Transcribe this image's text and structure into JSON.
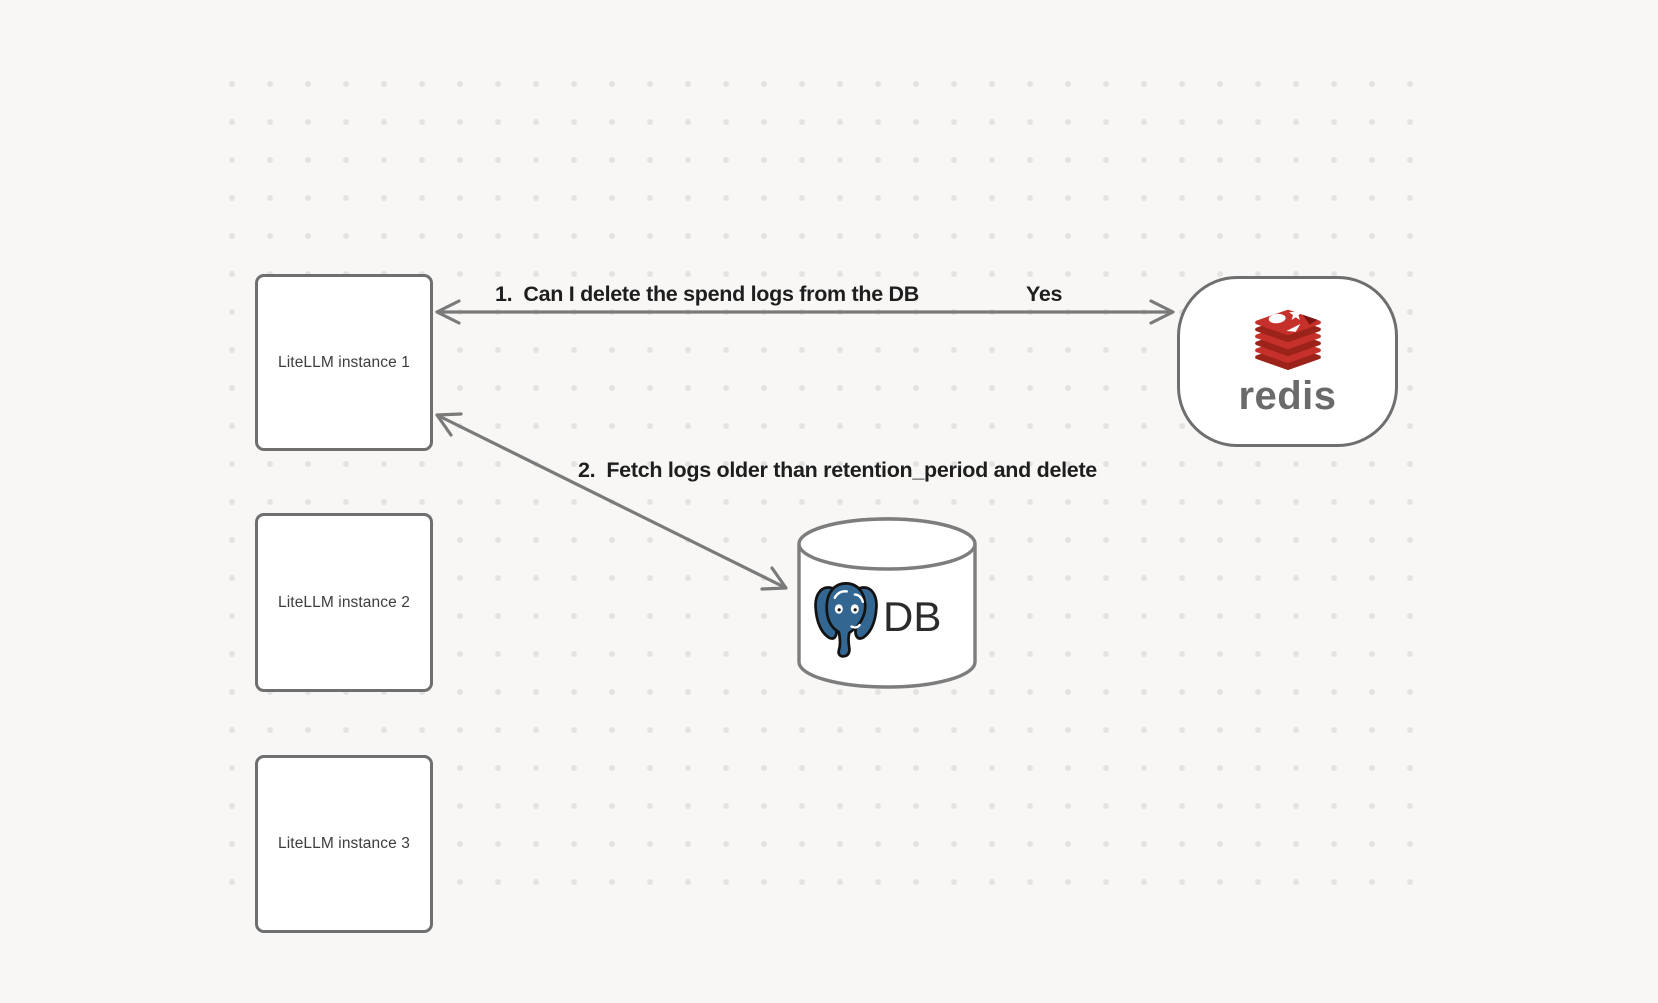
{
  "diagram": {
    "instances": [
      {
        "label": "LiteLLM instance 1"
      },
      {
        "label": "LiteLLM instance 2"
      },
      {
        "label": "LiteLLM instance 3"
      }
    ],
    "redis_node": {
      "wordmark": "redis",
      "icon": "redis-logo-icon"
    },
    "db_node": {
      "label": "DB",
      "icon": "postgresql-logo-icon"
    },
    "messages": [
      {
        "number": "1.",
        "text": "Can I delete the spend logs from the DB",
        "response": "Yes"
      },
      {
        "number": "2.",
        "text": "Fetch logs older than retention_period and delete"
      }
    ],
    "colors": {
      "background": "#f8f7f5",
      "dot": "#e4e2e1",
      "shape_border": "#6f6f6f",
      "arrow": "#7a7a7a",
      "message_text": "#1e1e1e",
      "box_text": "#3d3d3d",
      "redis_red": "#c6302b",
      "redis_dark_red": "#9c231a",
      "redis_hole": "#7c150f",
      "redis_wordmark": "#6a6a6a",
      "postgres_blue": "#336791",
      "db_text": "#2b2b2b"
    }
  }
}
